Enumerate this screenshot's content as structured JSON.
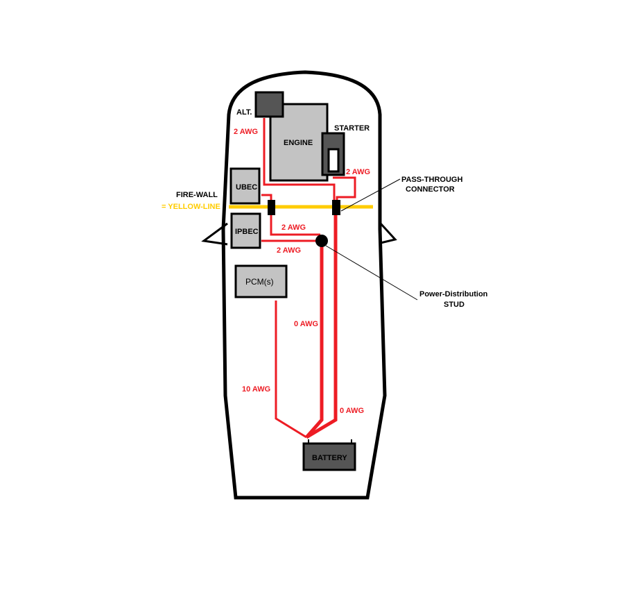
{
  "colors": {
    "wire": "#ed1c24",
    "firewall": "#ffcc00",
    "component": "#c3c3c3",
    "dark_component": "#555555",
    "outline": "#000000"
  },
  "components": {
    "alternator": "ALT.",
    "engine": "ENGINE",
    "starter": "STARTER",
    "ubec": "UBEC",
    "ipbec": "IPBEC",
    "pcm": "PCM(s)",
    "battery": "BATTERY"
  },
  "firewall": {
    "label": "FIRE-WALL",
    "legend": "= YELLOW-LINE"
  },
  "annotations": {
    "pass_through_1": "PASS-THROUGH",
    "pass_through_2": "CONNECTOR",
    "stud_1": "Power-Distribution",
    "stud_2": "STUD"
  },
  "wires": {
    "alt": "2 AWG",
    "starter": "2 AWG",
    "ubec": "2 AWG",
    "ipbec": "2 AWG",
    "stud_to_battery": "0 AWG",
    "pcm_to_battery": "10 AWG",
    "passthrough_to_battery": "0 AWG"
  }
}
